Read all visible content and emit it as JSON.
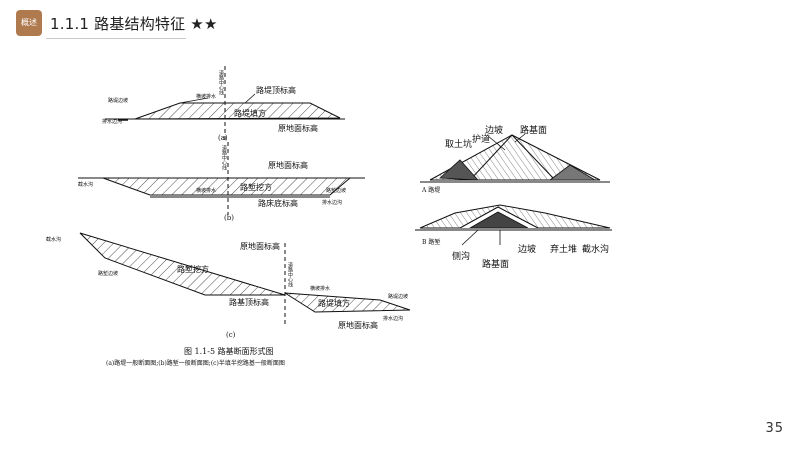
{
  "header": {
    "badge": "概述",
    "title": "1.1.1 路基结构特征 ★★"
  },
  "figure_left": {
    "a": {
      "center_line": "道路中心线",
      "top_label": "路堤顶标高",
      "drain_label": "横坡排水",
      "slope_label": "路堤边坡",
      "fill_label": "路堤填方",
      "ditch_label": "排水边沟",
      "ground_label": "原地面标高",
      "caption": "(a)"
    },
    "b": {
      "center_line": "道路中心线",
      "ground_top_label": "原地面标高",
      "intercept_label": "截水沟",
      "drain_label": "横坡排水",
      "cut_label": "路堑挖方",
      "slope_label": "路堑边坡",
      "ditch_label": "排水边沟",
      "bottom_label": "路床底标高",
      "caption": "(b)"
    },
    "c": {
      "intercept_label": "截水沟",
      "ground_top_label": "原地面标高",
      "cut_slope_label": "路堑边坡",
      "cut_label": "路堑挖方",
      "center_line": "道路中心线",
      "drain_label": "横坡排水",
      "top_label": "路基顶标高",
      "fill_label": "路堤填方",
      "slope_label": "路堤边坡",
      "ditch_label": "排水边沟",
      "ground_label": "原地面标高",
      "caption": "(c)"
    },
    "caption_title": "图 1.1-5    路基断面形式图",
    "caption_sub": "(a)路堤一般断面图;(b)路堑一般断面图;(c)半填半挖路基一般断面图"
  },
  "figure_right": {
    "top": {
      "label_slope": "边坡",
      "label_surface": "路基面",
      "label_borrow": "取土坑",
      "label_berm": "护道",
      "side_label": "A 路堤"
    },
    "bottom": {
      "side_label": "B 路堑",
      "label_ditch": "侧沟",
      "label_surface": "路基面",
      "label_slope": "边坡",
      "label_spoil": "弃土堆",
      "label_intercept": "截水沟"
    }
  },
  "page_number": "35"
}
